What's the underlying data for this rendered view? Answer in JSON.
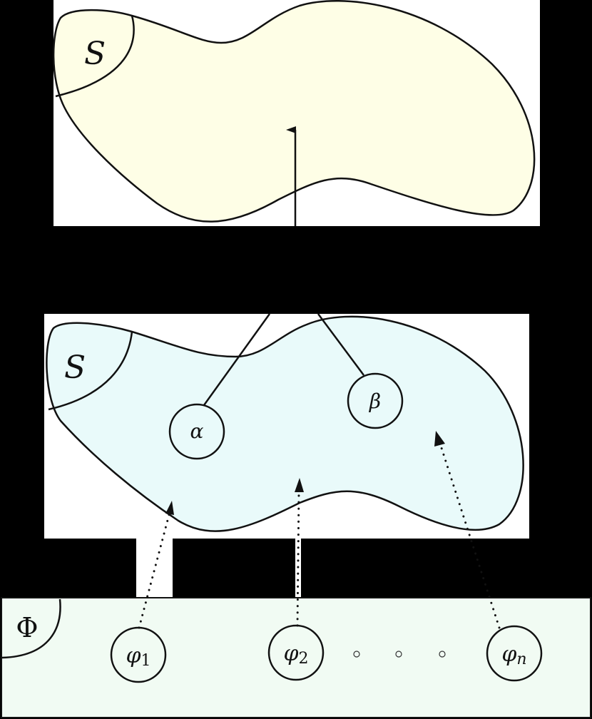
{
  "diagram": {
    "background": "#000000",
    "panels": {
      "top": {
        "label": "S",
        "fill": "#fefee6",
        "panel_bg": "#ffffff"
      },
      "middle": {
        "label": "S",
        "fill": "#e9fafa",
        "panel_bg": "#ffffff"
      },
      "bottom": {
        "label": "Φ",
        "fill": "#f1fbf3"
      }
    },
    "nodes": {
      "alpha": "α",
      "beta": "β",
      "phi1": {
        "base": "φ",
        "sub": "1"
      },
      "phi2": {
        "base": "φ",
        "sub": "2"
      },
      "phin": {
        "base": "φ",
        "sub": "n"
      },
      "ellipsis": [
        "∘",
        "∘",
        "∘"
      ]
    },
    "edges": [
      {
        "from": "middle",
        "to": "top",
        "style": "solid-arrow"
      },
      {
        "from": "alpha",
        "to": "top",
        "style": "solid-line"
      },
      {
        "from": "beta",
        "to": "top",
        "style": "solid-line"
      },
      {
        "from": "phi1",
        "to": "middle",
        "style": "dotted-arrow"
      },
      {
        "from": "phi2",
        "to": "middle",
        "style": "dotted-arrow"
      },
      {
        "from": "phin",
        "to": "middle",
        "style": "dotted-arrow"
      }
    ]
  }
}
